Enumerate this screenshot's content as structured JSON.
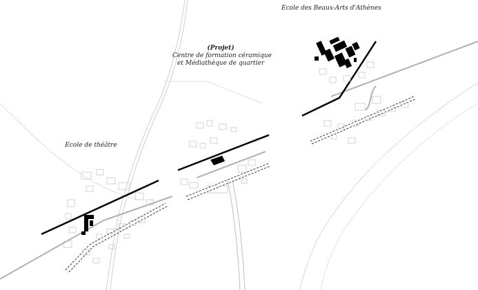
{
  "labels": {
    "beaux_arts": "Ecole des Beaux-Arts d'Athènes",
    "projet_title": "(Projet)",
    "projet_line1": "Centre de formation céramique",
    "projet_line2": "et Médiathèque de quartier",
    "theatre": "Ecole de théâtre"
  },
  "colors": {
    "main_line": "#000000",
    "road_grey": "#b5b5b5",
    "road_light": "#d0d0d0",
    "building_outline": "#c8c8c8",
    "highlight_building": "#000000"
  }
}
